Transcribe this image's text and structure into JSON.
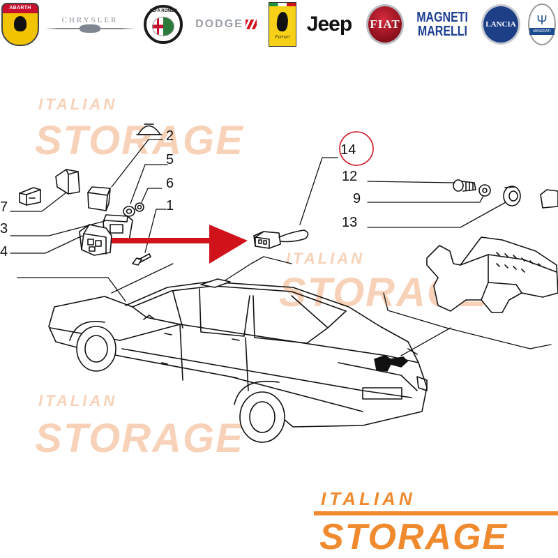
{
  "brands": {
    "abarth": "ABARTH",
    "chrysler": "CHRYSLER",
    "alfa_romeo": "ALFA ROMEO",
    "dodge": "DODGE",
    "ferrari": "Ferrari",
    "jeep": "Jeep",
    "fiat": "FIAT",
    "magneti_line1": "MAGNETI",
    "magneti_line2": "MARELLI",
    "lancia": "LANCIA",
    "maserati": "MASERATI"
  },
  "watermark": {
    "small": "ITALIAN",
    "big": "STORAGE"
  },
  "callouts": {
    "n1": "1",
    "n2": "2",
    "n3": "3",
    "n4": "4",
    "n5": "5",
    "n6": "6",
    "n7": "7",
    "n9": "9",
    "n12": "12",
    "n13": "13",
    "n14": "14"
  },
  "highlight_color": "#d0121b",
  "footer": {
    "line1": "ITALIAN",
    "line2": "STORAGE",
    "color": "#f08a2e"
  }
}
